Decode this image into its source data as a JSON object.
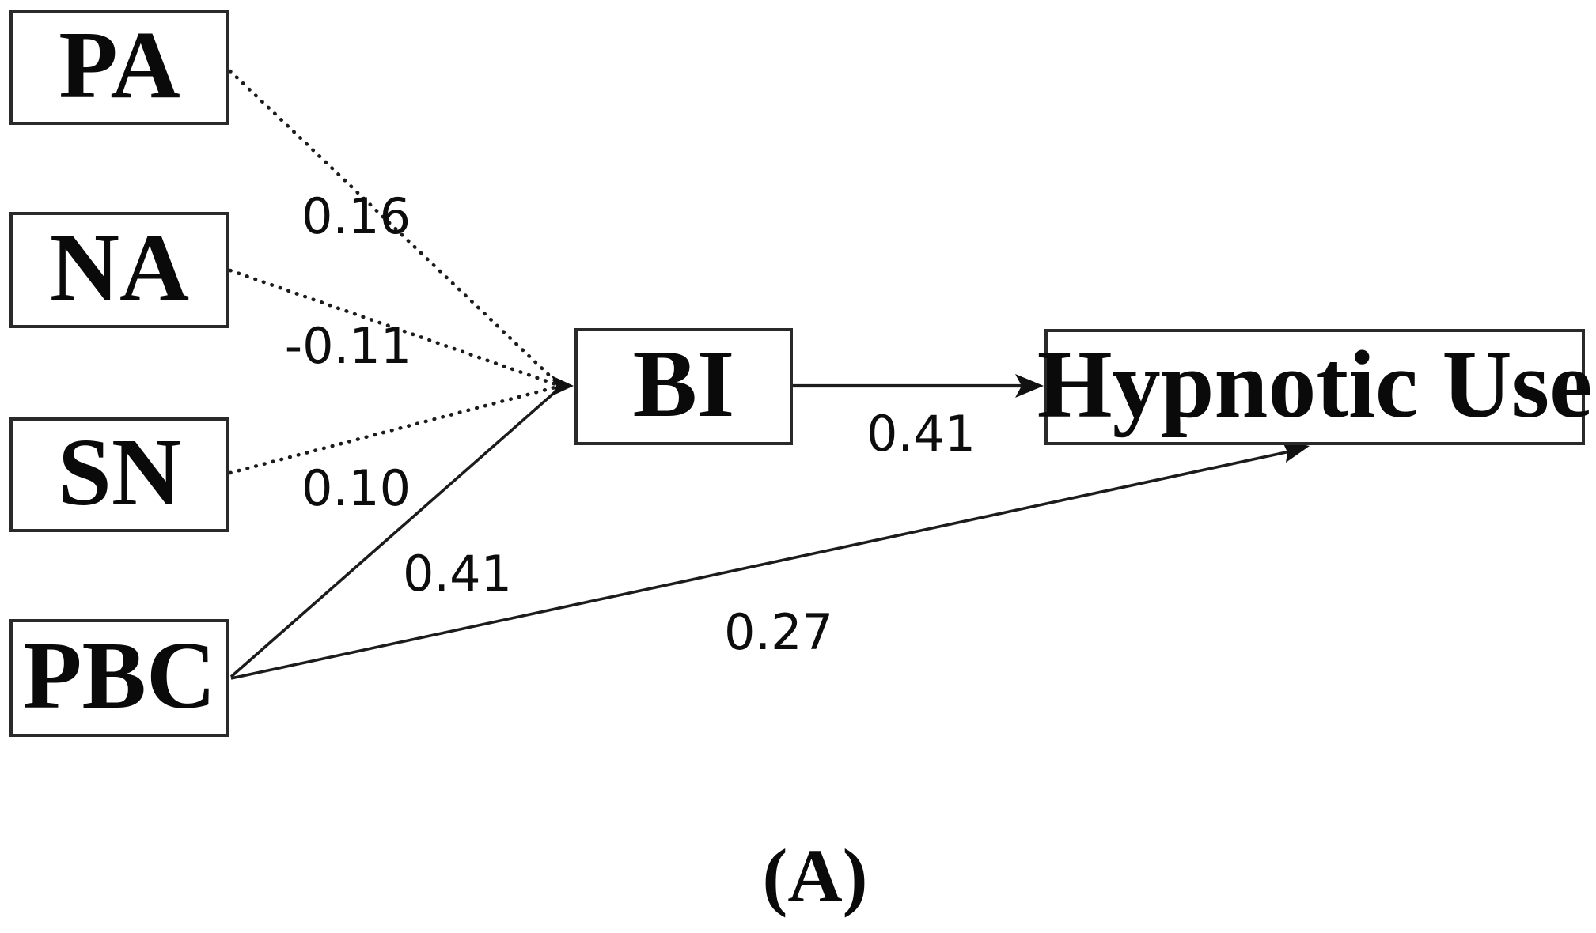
{
  "diagram": {
    "caption": "(A)",
    "colors": {
      "background": "#ffffff",
      "box_border": "#2a2a2a",
      "line": "#1c1c1c",
      "text": "#0a0a0a"
    },
    "nodes": [
      {
        "id": "PA",
        "label": "PA"
      },
      {
        "id": "NA",
        "label": "NA"
      },
      {
        "id": "SN",
        "label": "SN"
      },
      {
        "id": "PBC",
        "label": "PBC"
      },
      {
        "id": "BI",
        "label": "BI"
      },
      {
        "id": "HU",
        "label": "Hypnotic Use"
      }
    ],
    "edges": [
      {
        "from": "PA",
        "to": "BI",
        "coefficient": "0.16",
        "style": "dotted"
      },
      {
        "from": "NA",
        "to": "BI",
        "coefficient": "-0.11",
        "style": "dotted"
      },
      {
        "from": "SN",
        "to": "BI",
        "coefficient": "0.10",
        "style": "dotted"
      },
      {
        "from": "PBC",
        "to": "BI",
        "coefficient": "0.41",
        "style": "solid"
      },
      {
        "from": "BI",
        "to": "HU",
        "coefficient": "0.41",
        "style": "solid"
      },
      {
        "from": "PBC",
        "to": "HU",
        "coefficient": "0.27",
        "style": "solid"
      }
    ]
  }
}
